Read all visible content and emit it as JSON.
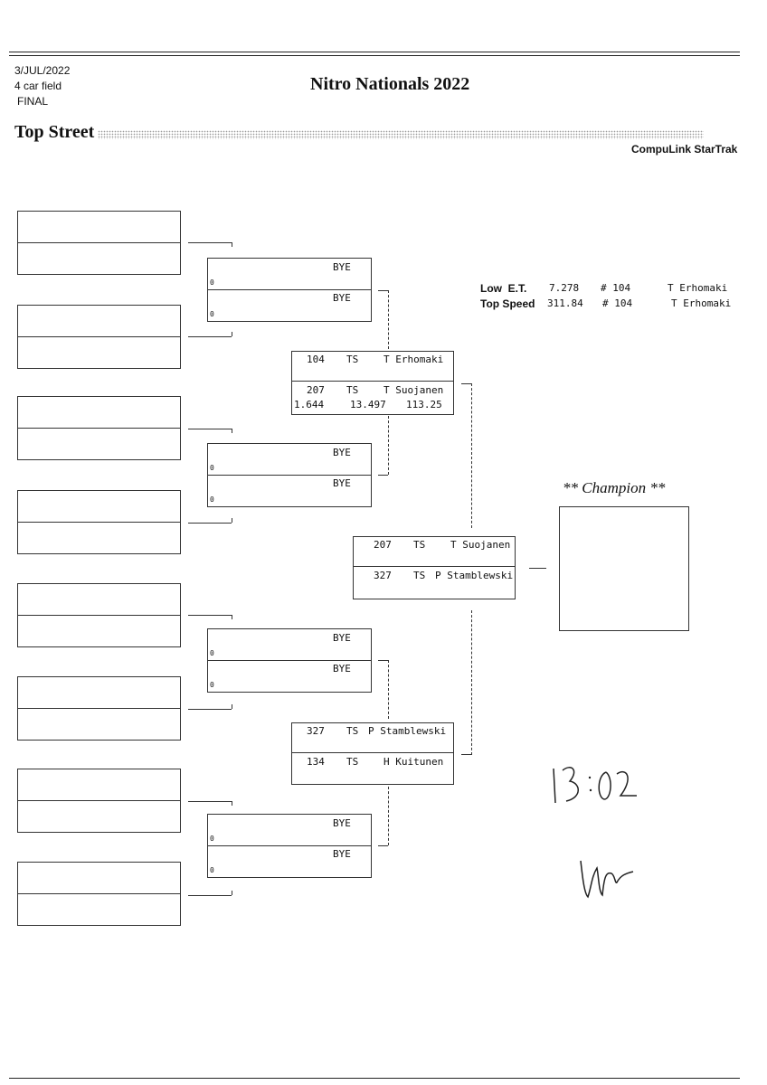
{
  "header": {
    "date": "3/JUL/2022",
    "field": "4 car field",
    "stage": "FINAL",
    "title": "Nitro Nationals 2022",
    "category": "Top Street",
    "vendor": "CompuLink StarTrak"
  },
  "records": {
    "low_et": {
      "label": "Low  E.T.",
      "value": "7.278",
      "car": "# 104",
      "driver": "T Erhomaki"
    },
    "top_speed": {
      "label": "Top Speed",
      "value": "311.84",
      "car": "# 104",
      "driver": "T Erhomaki"
    }
  },
  "round1": [
    {
      "top_name": "BYE",
      "top_zero": "0",
      "bot_name": "BYE",
      "bot_zero": "0"
    },
    {
      "top_name": "BYE",
      "top_zero": "0",
      "bot_name": "BYE",
      "bot_zero": "0"
    },
    {
      "top_name": "BYE",
      "top_zero": "0",
      "bot_name": "BYE",
      "bot_zero": "0"
    },
    {
      "top_name": "BYE",
      "top_zero": "0",
      "bot_name": "BYE",
      "bot_zero": "0"
    }
  ],
  "semi1": {
    "top": {
      "num": "104",
      "cls": "TS",
      "name": "T Erhomaki"
    },
    "bot": {
      "num": "207",
      "cls": "TS",
      "name": "T Suojanen",
      "rt": "1.644",
      "et": "13.497",
      "speed": "113.25"
    }
  },
  "semi2": {
    "top": {
      "num": "327",
      "cls": "TS",
      "name": "P Stamblewski"
    },
    "bot": {
      "num": "134",
      "cls": "TS",
      "name": "H Kuitunen"
    }
  },
  "final": {
    "top": {
      "num": "207",
      "cls": "TS",
      "name": "T Suojanen"
    },
    "bot": {
      "num": "327",
      "cls": "TS",
      "name": "P Stamblewski"
    }
  },
  "champion": {
    "label": "** Champion **"
  },
  "handwriting": {
    "time": "13:02"
  }
}
